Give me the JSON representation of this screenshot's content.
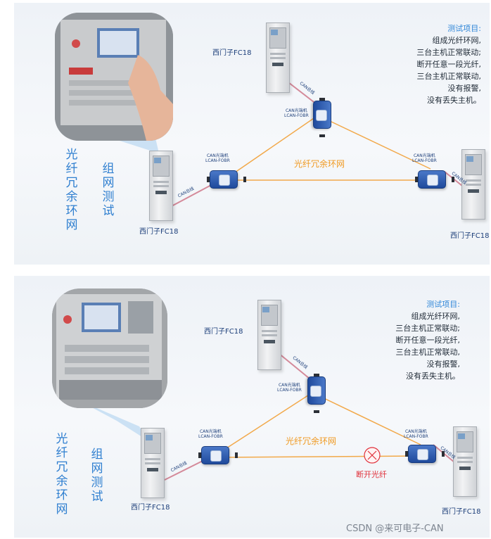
{
  "diagrams": [
    {
      "vertical_title": "光纤冗余环网",
      "vertical_subtitle": "组网测试",
      "ring_label": "光纤冗余环网",
      "hosts": [
        "西门子FC18",
        "西门子FC18",
        "西门子FC18"
      ],
      "converters": [
        {
          "line1": "CAN光端机",
          "line2": "LCAN-FOBR"
        },
        {
          "line1": "CAN光端机",
          "line2": "LCAN-FOBR"
        },
        {
          "line1": "CAN光端机",
          "line2": "LCAN-FOBR"
        }
      ],
      "cable_label": "CAN总线",
      "test_items": {
        "title": "测试项目:",
        "lines": [
          "组成光纤环网,",
          "三台主机正常联动;",
          "断开任意一段光纤,",
          "三台主机正常联动,",
          "没有报警,",
          "没有丢失主机。"
        ]
      }
    },
    {
      "vertical_title": "光纤冗余环网",
      "vertical_subtitle": "组网测试",
      "ring_label": "光纤冗余环网",
      "hosts": [
        "西门子FC18",
        "西门子FC18",
        "西门子FC18"
      ],
      "converters": [
        {
          "line1": "CAN光端机",
          "line2": "LCAN-FOBR"
        },
        {
          "line1": "CAN光端机",
          "line2": "LCAN-FOBR"
        },
        {
          "line1": "CAN光端机",
          "line2": "LCAN-FOBR"
        }
      ],
      "cable_label": "CAN总线",
      "break_label": "断开光纤",
      "test_items": {
        "title": "测试项目:",
        "lines": [
          "组成光纤环网,",
          "三台主机正常联动;",
          "断开任意一段光纤,",
          "三台主机正常联动,",
          "没有报警,",
          "没有丢失主机。"
        ]
      }
    }
  ],
  "colors": {
    "fiber": "#f2a94a",
    "can_cable": "#d48a9a",
    "accent_blue": "#2f7fd0",
    "break_red": "#e0323c"
  },
  "watermark": "CSDN @来可电子-CAN"
}
